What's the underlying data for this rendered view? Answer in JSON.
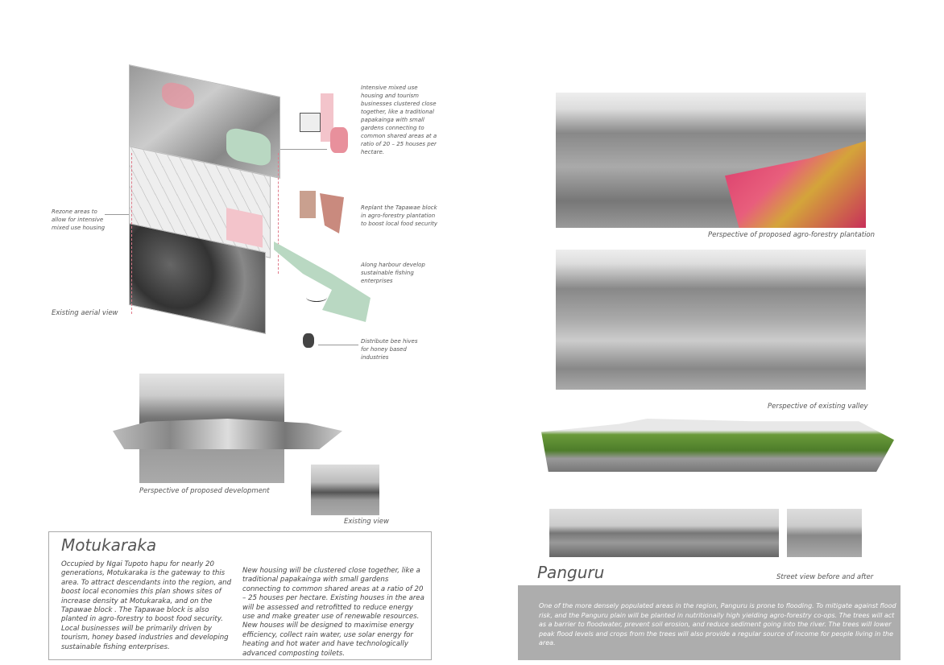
{
  "left": {
    "annotations": {
      "mixed_use": "Intensive mixed use housing and tourism businesses clustered close together, like a traditional papakainga with small gardens connecting to common shared areas at a ratio of 20 – 25 houses per hectare.",
      "rezone": "Rezone areas to allow for intensive mixed use housing",
      "replant": "Replant the Tapawae block in agro-forestry plantation to boost local food security",
      "harbour": "Along harbour develop sustainable fishing enterprises",
      "bees": "Distribute bee hives for honey based industries"
    },
    "captions": {
      "aerial": "Existing aerial view",
      "proposed_development": "Perspective of proposed development",
      "existing_view": "Existing view"
    },
    "panel": {
      "title": "Motukaraka",
      "col1": "Occupied by Ngai Tupoto hapu for nearly 20 generations, Motukaraka is the gateway to this area. To attract descendants into the region, and boost local economies  this plan shows sites of increase density at Motukaraka, and on the Tapawae block . The Tapawae block is also planted in agro-forestry to boost food security. Local businesses will be primarily driven by tourism, honey based industries and developing sustainable fishing enterprises.",
      "col2": "New housing will be clustered close together, like a traditional papakainga with small gardens connecting to common shared areas at a ratio of 20 – 25 houses per hectare.  Existing houses in the area will be assessed and retrofitted to reduce energy use and make  greater use of renewable resources. New houses will be designed to maximise energy efficiency, collect rain water, use solar energy for heating and hot water and have technologically advanced composting toilets."
    }
  },
  "right": {
    "captions": {
      "agroforestry": "Perspective of proposed agro-forestry plantation",
      "existing_valley": "Perspective of existing valley",
      "street_view": "Street view before and after"
    },
    "title": "Panguru",
    "body": "One of the more densely populated areas in the region, Panguru is prone to flooding.  To mitigate against flood risk, and the  Panguru plain  will be planted in nutritionally  high yielding agro-forestry co-ops. The trees will act as a barrier to floodwater, prevent soil erosion, and reduce sediment going into the river. The trees will lower peak flood levels and crops from the trees will also provide a regular source of income for people living in the area."
  },
  "colors": {
    "pink": "#e8909c",
    "green": "#b9d8c2",
    "panel_gray": "#adadad"
  }
}
